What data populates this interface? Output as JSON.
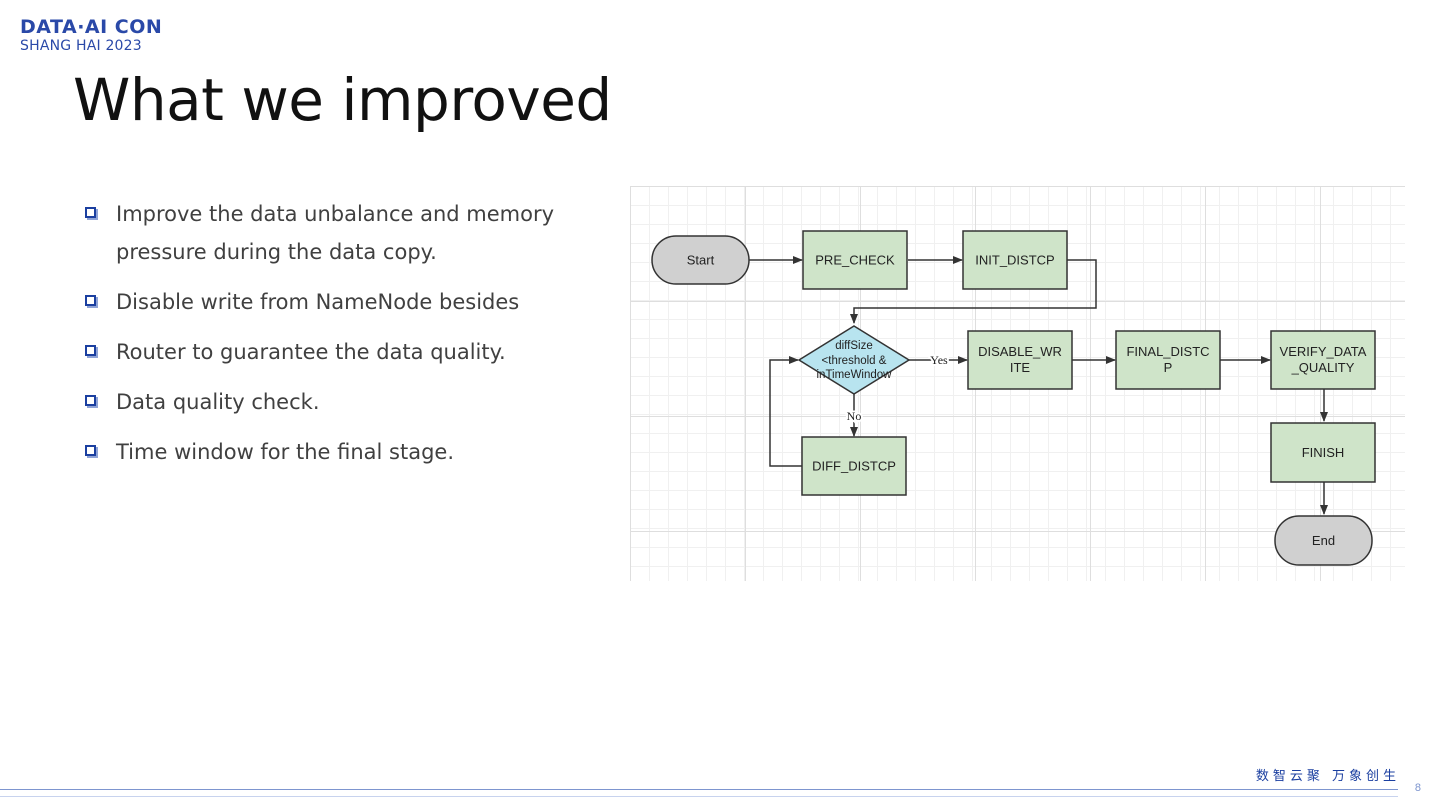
{
  "logo": {
    "line1": "DATA·AI CON",
    "line2": "SHANG HAI  2023"
  },
  "title": "What we improved",
  "bullets": [
    "Improve the data unbalance and memory pressure during the data copy.",
    "Disable write from NameNode besides",
    "Router to guarantee the data quality.",
    "Data quality check.",
    "Time window for the final stage."
  ],
  "flowchart": {
    "nodes": {
      "start": "Start",
      "pre_check": "PRE_CHECK",
      "init_distcp": "INIT_DISTCP",
      "decision": [
        "diffSize",
        "<threshold &",
        "inTimeWindow"
      ],
      "disable_write": [
        "DISABLE_WR",
        "ITE"
      ],
      "final_distcp": [
        "FINAL_DISTC",
        "P"
      ],
      "verify": [
        "VERIFY_DATA",
        "_QUALITY"
      ],
      "finish": "FINISH",
      "diff_distcp": "DIFF_DISTCP",
      "end": "End"
    },
    "edge_labels": {
      "yes": "Yes",
      "no": "No"
    },
    "colors": {
      "process": "#cfe4c9",
      "decision": "#b8e4ef",
      "terminal": "#d0d0d0",
      "stroke": "#333333"
    }
  },
  "footer": {
    "slogan": "数智云聚  万象创生",
    "page": "8"
  }
}
